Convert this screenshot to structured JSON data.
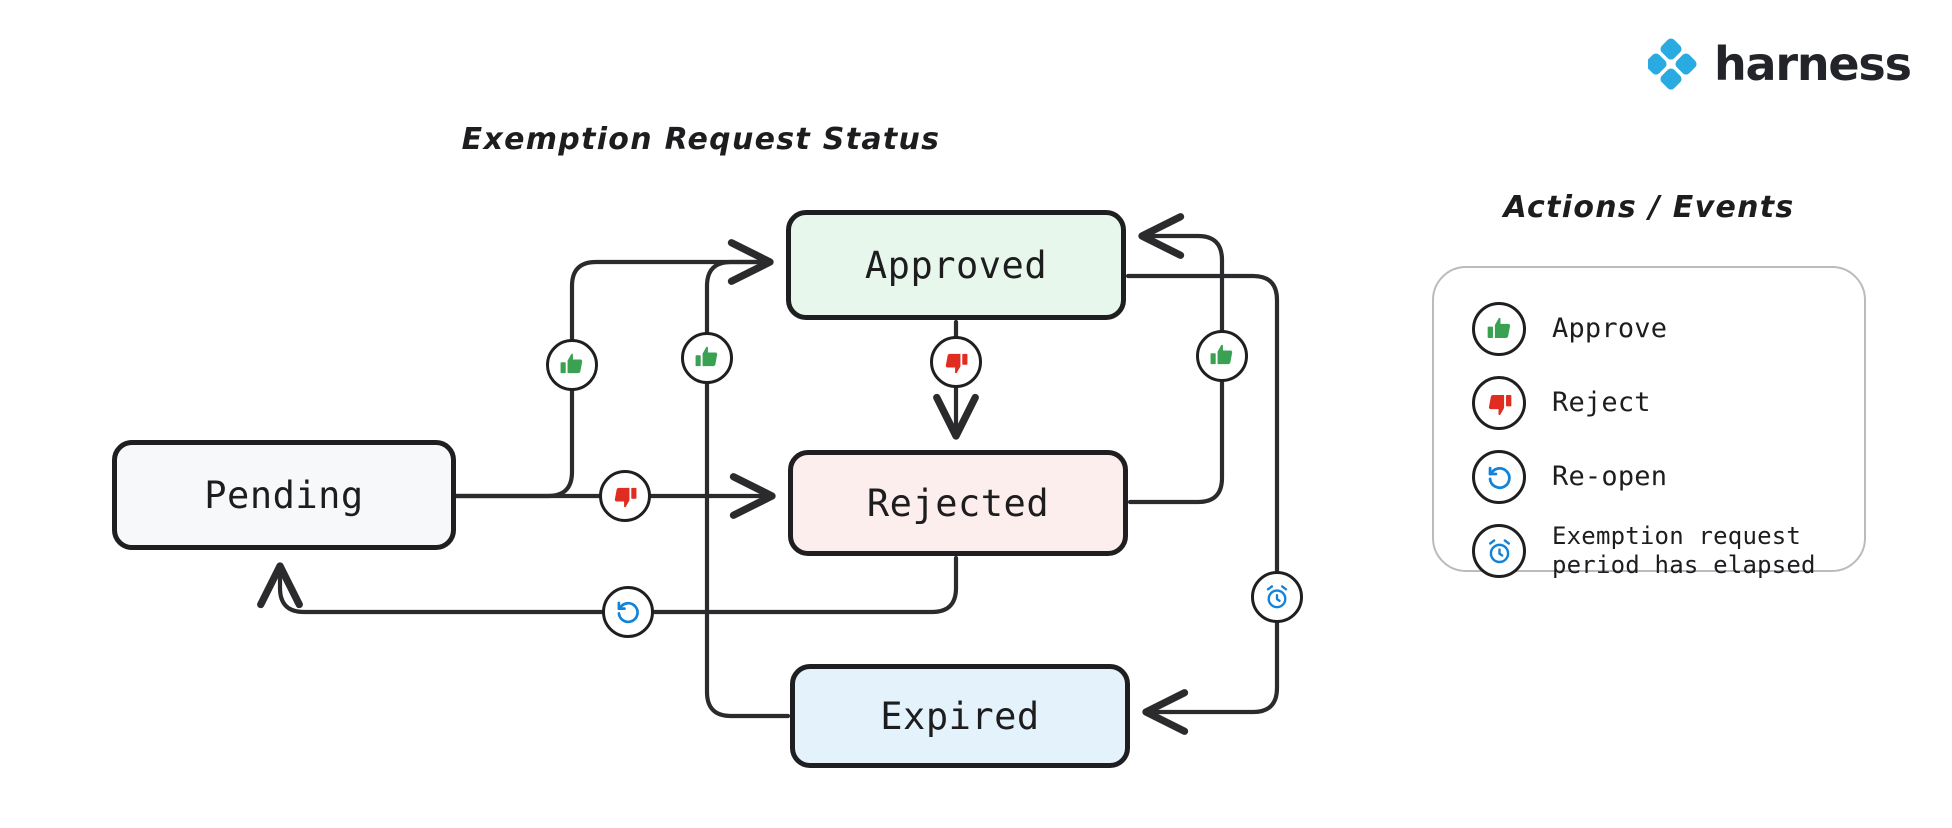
{
  "brand": {
    "name": "harness",
    "logo_icon": "harness-diamond-logo",
    "logo_color": "#29abe2"
  },
  "diagram": {
    "title": "Exemption Request Status",
    "nodes": [
      {
        "id": "pending",
        "label": "Pending",
        "fill": "#f7f8fa"
      },
      {
        "id": "approved",
        "label": "Approved",
        "fill": "#e8f7ec"
      },
      {
        "id": "rejected",
        "label": "Rejected",
        "fill": "#fdeeee"
      },
      {
        "id": "expired",
        "label": "Expired",
        "fill": "#e4f2fb"
      }
    ],
    "edges": [
      {
        "from": "pending",
        "to": "approved",
        "action": "approve",
        "icon": "thumbs-up-icon"
      },
      {
        "from": "pending",
        "to": "rejected",
        "action": "reject",
        "icon": "thumbs-down-icon"
      },
      {
        "from": "approved",
        "to": "rejected",
        "action": "reject",
        "icon": "thumbs-down-icon"
      },
      {
        "from": "rejected",
        "to": "approved",
        "action": "approve",
        "icon": "thumbs-up-icon"
      },
      {
        "from": "expired",
        "to": "approved",
        "action": "approve",
        "icon": "thumbs-up-icon"
      },
      {
        "from": "approved",
        "to": "expired",
        "action": "elapsed",
        "icon": "alarm-clock-icon"
      },
      {
        "from": "rejected",
        "to": "pending",
        "action": "re-open",
        "icon": "re-open-icon"
      }
    ]
  },
  "legend": {
    "title": "Actions / Events",
    "items": [
      {
        "icon": "thumbs-up-icon",
        "label": "Approve",
        "color": "#3aa152"
      },
      {
        "icon": "thumbs-down-icon",
        "label": "Reject",
        "color": "#e02c21"
      },
      {
        "icon": "re-open-icon",
        "label": "Re-open",
        "color": "#1283da"
      },
      {
        "icon": "alarm-clock-icon",
        "label": "Exemption request\nperiod has elapsed",
        "color": "#1283da"
      }
    ]
  },
  "colors": {
    "stroke": "#1f1f21",
    "edge": "#2b2b2d",
    "panel_border": "#b9bbbe",
    "green": "#3aa152",
    "red": "#e02c21",
    "blue": "#1283da"
  }
}
